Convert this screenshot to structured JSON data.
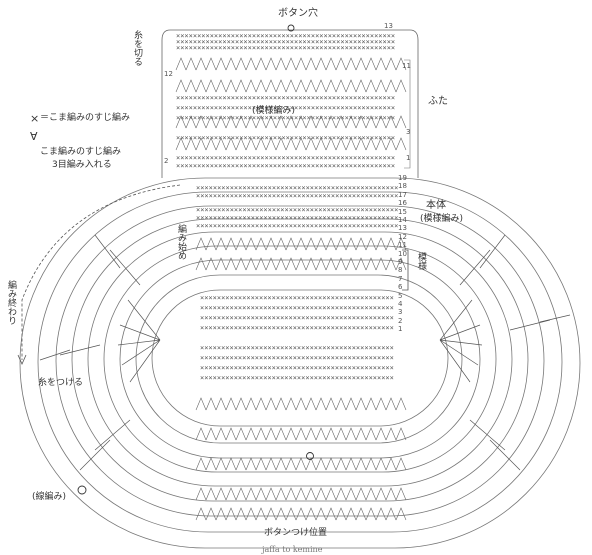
{
  "labels": {
    "button_hole": "ボタン穴",
    "cut_yarn": "糸を切る",
    "legend_sc_back_loop": "＝こま編みのすじ編み",
    "legend_increase_line1": "こま編みのすじ編み",
    "legend_increase_line2": "3目編み入れる",
    "lid": "ふた",
    "pattern_knit_lid": "(模様編み)",
    "body": "本体",
    "body_pattern": "(模様編み)",
    "start_knit": "編み始め",
    "pattern": "模様",
    "end_knit": "編み終わり",
    "attach_yarn": "糸をつける",
    "line_knit": "(線編み)",
    "button_position": "ボタンつけ位置",
    "credit": "jaffa to kemine"
  },
  "legend": {
    "symbol_sc": "×",
    "symbol_increase": "∀"
  },
  "row_numbers": {
    "lid_right": [
      "13",
      "11",
      "3",
      "1"
    ],
    "lid_left": [
      "12",
      "2"
    ],
    "body_right": [
      "19",
      "18",
      "17",
      "16",
      "15",
      "14",
      "13",
      "12",
      "11",
      "10",
      "9",
      "8",
      "7",
      "6",
      "5",
      "4",
      "3",
      "2",
      "1"
    ]
  },
  "colors": {
    "ink": "#333333",
    "paper": "#ffffff"
  }
}
